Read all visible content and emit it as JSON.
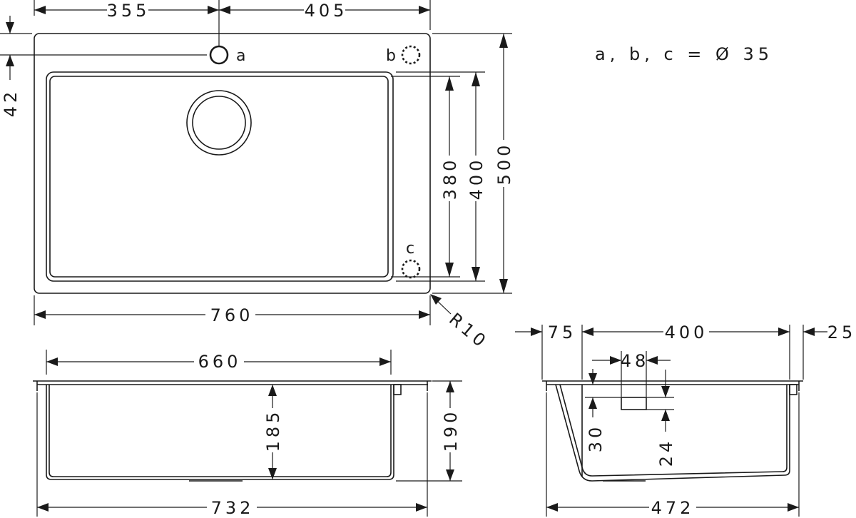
{
  "top_view": {
    "dim_tap_from_left": "355",
    "dim_tap_to_right": "405",
    "dim_tap_from_top": "42",
    "dim_bowl_inner": "380",
    "dim_bowl_outer": "400",
    "dim_overall_depth": "500",
    "dim_overall_width": "760",
    "radius_label": "R10",
    "hole_a": "a",
    "hole_b": "b",
    "hole_c": "c"
  },
  "note": "a, b, c = Ø 35",
  "front_section": {
    "dim_bowl_width": "660",
    "dim_bowl_depth": "185",
    "dim_overall_height": "190",
    "dim_bottom_width": "732"
  },
  "side_section": {
    "dim_left": "75",
    "dim_bowl": "400",
    "dim_right": "25",
    "dim_overflow_width": "48",
    "dim_overflow_top": "30",
    "dim_overflow_height": "24",
    "dim_overall": "472"
  }
}
